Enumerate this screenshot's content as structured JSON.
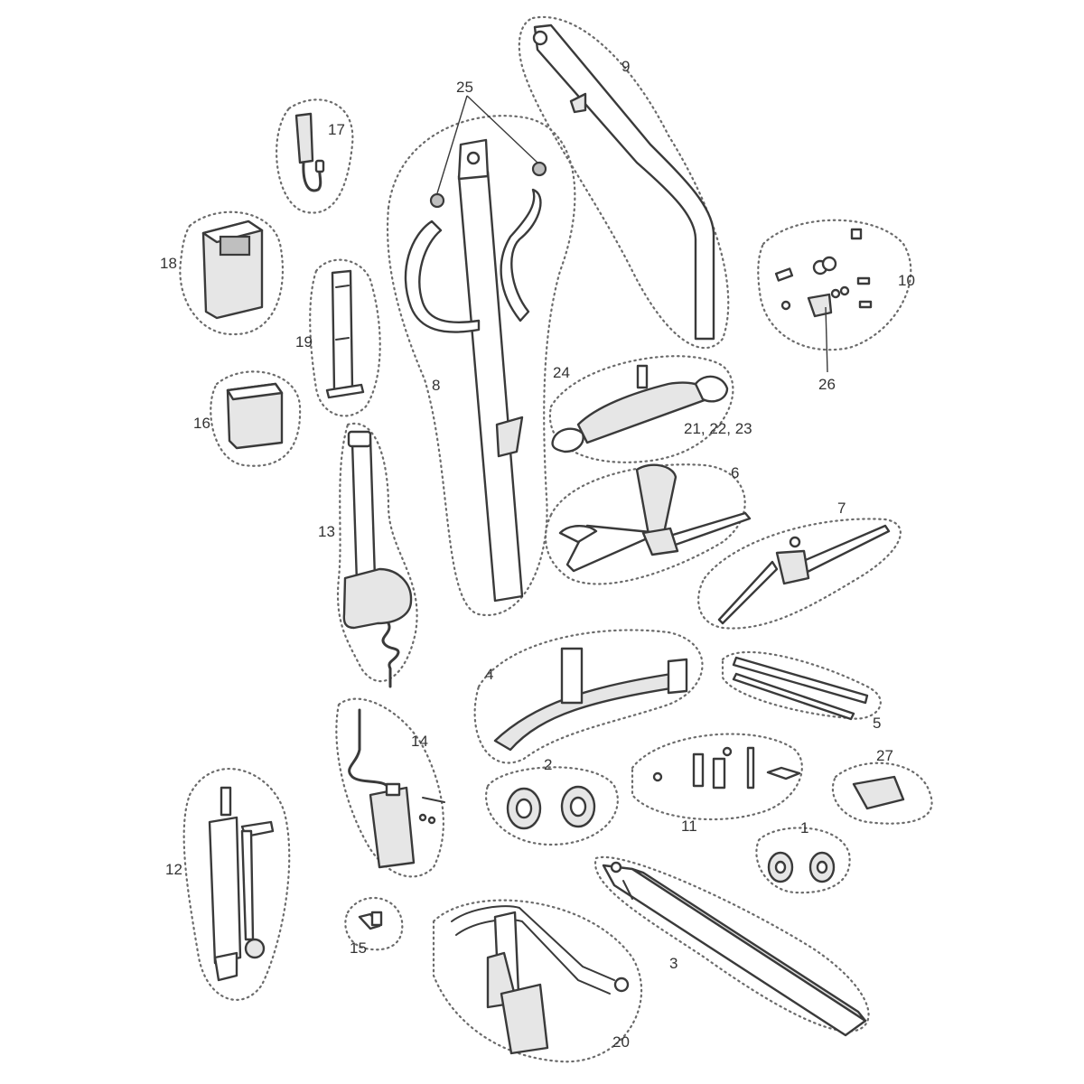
{
  "labels": {
    "p1": "1",
    "p2": "2",
    "p3": "3",
    "p4": "4",
    "p5": "5",
    "p6": "6",
    "p7": "7",
    "p8": "8",
    "p9": "9",
    "p10": "10",
    "p11": "11",
    "p12": "12",
    "p13": "13",
    "p14": "14",
    "p15": "15",
    "p16": "16",
    "p17": "17",
    "p18": "18",
    "p19": "19",
    "p20": "20",
    "p21_23": "21, 22, 23",
    "p24": "24",
    "p25": "25",
    "p26": "26",
    "p27": "27"
  }
}
